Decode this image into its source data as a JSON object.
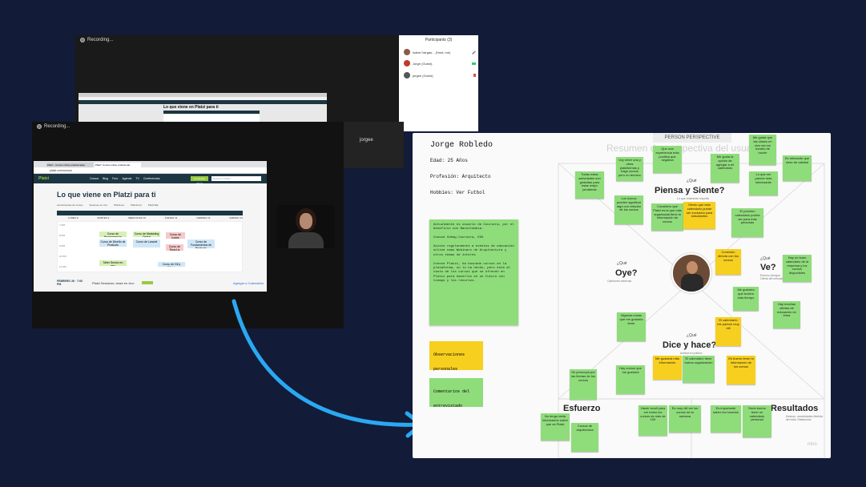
{
  "windows": {
    "top_recording_label": "Recording...",
    "main_recording_label": "Recording..."
  },
  "browser": {
    "tab1": "Platzi - Cursos online profesionales",
    "tab2": "Platzi: Cursos online profesional...",
    "url": "platzi.com/cursos/",
    "logo": "Platzi",
    "nav": [
      "Cursos",
      "Blog",
      "Foro",
      "Agenda",
      "TV",
      "Conferencias"
    ],
    "cta": "Comenzar Ahora",
    "search_placeholder": "Buscar en Platzi",
    "hero_title": "Lo que viene en Platzi para ti",
    "legend": [
      "Lanzamientos de cursos",
      "Sesiones en vivo",
      "PlatziLive",
      "PlatziConf",
      "PlatziTalk"
    ],
    "calendar_month": "FEBRERO",
    "days": [
      "LUNES 8",
      "MARTES 9",
      "MIERCOLES 10",
      "JUEVES 11",
      "VIERNES 12",
      "SABADO 13"
    ],
    "times": [
      "7 PM",
      "8 PM",
      "9 PM",
      "10 PM",
      "11 PM"
    ],
    "events": [
      "Curso de Programación Básica",
      "Curso de Diseño de Producto",
      "Curso de Marketing Digital",
      "Curso de Laravel",
      "Curso de Inglés",
      "Curso de Fundamentos de Producto",
      "Taller Sesión en vivo",
      "Curso de Git y GitHub",
      "Curso de React.js"
    ],
    "footer_date": "FEBRERO 26 · 7:00 PM",
    "footer_text": "Platzi Sessions: clase en vivo",
    "footer_link": "Agregar a Calendario",
    "browser_text_top": "Lo que viene en Platzi para ti"
  },
  "participants": {
    "title": "Participants (3)",
    "list": [
      {
        "name": "Isabel Vargas... (Host, me)",
        "initial": "I"
      },
      {
        "name": "Jorge (Guest)",
        "initial": "J"
      },
      {
        "name": "jorgee (Guest)",
        "initial": "j"
      }
    ]
  },
  "video_tile": {
    "name": "jorgee"
  },
  "profile": {
    "name": "Jorge Robledo",
    "age": "Edad: 25 Años",
    "profession": "Profesión: Arquitecto",
    "hobbies": "Hobbies: Ver Futbol"
  },
  "notes": {
    "big": "Actualmente es usuario de Coursera, por el beneficio con Bancolombia.\n\nConoce Udemy,Coursera, EDX\n\nAsiste regularmente a eventos de educación online como Webinars de Arquitectura y otros temas de interes\n\nConoce Platzi, ha buscado cursos en la plataforma, no lo ha hecho, pero está al tanto de los cursos que se ofrecen en Platzi para hacerlos en un futuro con tiempo y los recursos.",
    "obs": "Observaciones personales",
    "comments": "Comentarios del entrevistado"
  },
  "miro": {
    "header": "PERSON PERSPECTIVE",
    "faded_title": "Resumen de perspectiva del usuario",
    "que1": "¿Qué",
    "piensa": "Piensa y Siente?",
    "piensa_sub": "Lo que realmente importa",
    "oye_que": "¿Qué",
    "oye": "Oye?",
    "oye_sub": "Opiniones externas",
    "ve_que": "¿Qué",
    "ve": "Ve?",
    "ve_sub": "Entorno Amigos Oferta del mercado",
    "dice_que": "¿Qué",
    "dice": "Dice y hace?",
    "dice_sub": "Actitud en público",
    "esfuerzo": "Esfuerzo",
    "resultados": "Resultados",
    "resultados_sub": "Deseos, necesidades Medida del éxito Obstáculos",
    "watermark": "miro"
  },
  "stickies": [
    "Todas estas actividades son gratuitas para estar mejor pendiente",
    "Voy entre una y otras plataformas y hago cursos pero no termino",
    "Que una experiencia más positiva que negativa",
    "Me gusta la opción de agregar a mi calendario",
    "Me gusta que las clases en vivo son en horario de noche",
    "Lo que me parece más interesante",
    "Es relevante que sean de calidad",
    "Los iconos pueden significar algo con relación de los cursos",
    "Considero que Platzi es la que más organizada tiene la información de cursos",
    "Siento que este calendario puede ser exclusivo para estudiantes",
    "El próximo calendario podría ser para más personas",
    "Conexión directa con los cursos",
    "Hay un buen calendario de la empresa y los cursos disponibles",
    "Me gustaría que tuviera más tiempo",
    "Hay muchas ofertas de educación en línea",
    "Algunas cosas que me gustaría tener",
    "El calendario me parece muy útil",
    "Me gustaría más información",
    "El calendario tiene buena organización",
    "Es bueno tener la información de los cursos",
    "Hacer scroll para ver todos los cursos es más de 100",
    "Es muy útil ver los cursos de la semana",
    "Sería bueno tener un calendario personal",
    "No tengo tanta información sobre que es Platzi",
    "Se preocupa por las fechas de los cursos",
    "Hay cursos que me gustaría",
    "Es importante saber los horarios",
    "Cursos de arquitectura"
  ],
  "colors": {
    "background": "#121b37",
    "arrow": "#2aa8f2",
    "sticky_green": "#8fdc7b",
    "sticky_yellow": "#f7cf1f",
    "platzi_green": "#98ca3f",
    "platzi_nav": "#1c3643"
  }
}
